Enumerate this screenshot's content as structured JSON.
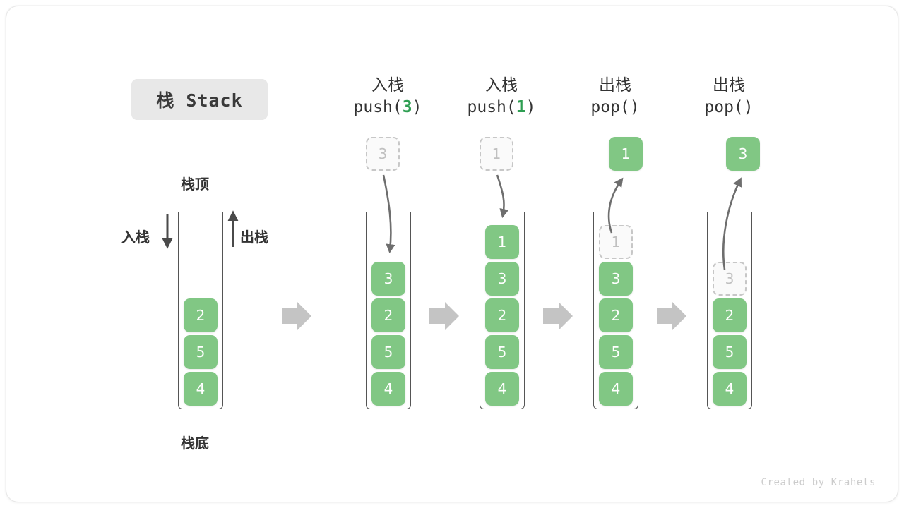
{
  "title": {
    "text": "栈 Stack"
  },
  "credit": "Created by Krahets",
  "colors": {
    "cell_fill": "#81c784",
    "cell_text": "#ffffff",
    "ghost_border": "#c7c7c7",
    "ghost_text": "#c0c0c0",
    "arrow_gray": "#c4c4c4",
    "line_gray": "#6e6e6e",
    "accent_green": "#2e9e52",
    "chip_bg": "#e8e8e8",
    "text_dark": "#333333"
  },
  "labels": {
    "stack_top": "栈顶",
    "stack_bottom": "栈底",
    "push": "入栈",
    "pop": "出栈"
  },
  "columns": [
    {
      "id": "initial",
      "header_line1": "",
      "header_line2": "",
      "header_arg": "",
      "stack": [
        "2",
        "5",
        "4"
      ],
      "ghost_top": null,
      "float_cell": null,
      "float_cell_style": null
    },
    {
      "id": "push-3",
      "header_line1": "入栈",
      "header_line2_prefix": "push(",
      "header_arg": "3",
      "header_line2_suffix": ")",
      "stack": [
        "3",
        "2",
        "5",
        "4"
      ],
      "ghost_top": null,
      "float_cell": "3",
      "float_cell_style": "ghost"
    },
    {
      "id": "push-1",
      "header_line1": "入栈",
      "header_line2_prefix": "push(",
      "header_arg": "1",
      "header_line2_suffix": ")",
      "stack": [
        "1",
        "3",
        "2",
        "5",
        "4"
      ],
      "ghost_top": null,
      "float_cell": "1",
      "float_cell_style": "ghost"
    },
    {
      "id": "pop-1",
      "header_line1": "出栈",
      "header_line2_prefix": "pop(",
      "header_arg": "",
      "header_line2_suffix": ")",
      "stack": [
        "3",
        "2",
        "5",
        "4"
      ],
      "ghost_top": "1",
      "float_cell": "1",
      "float_cell_style": "solid"
    },
    {
      "id": "pop-3",
      "header_line1": "出栈",
      "header_line2_prefix": "pop(",
      "header_arg": "",
      "header_line2_suffix": ")",
      "stack": [
        "2",
        "5",
        "4"
      ],
      "ghost_top": "3",
      "float_cell": "3",
      "float_cell_style": "solid"
    }
  ]
}
